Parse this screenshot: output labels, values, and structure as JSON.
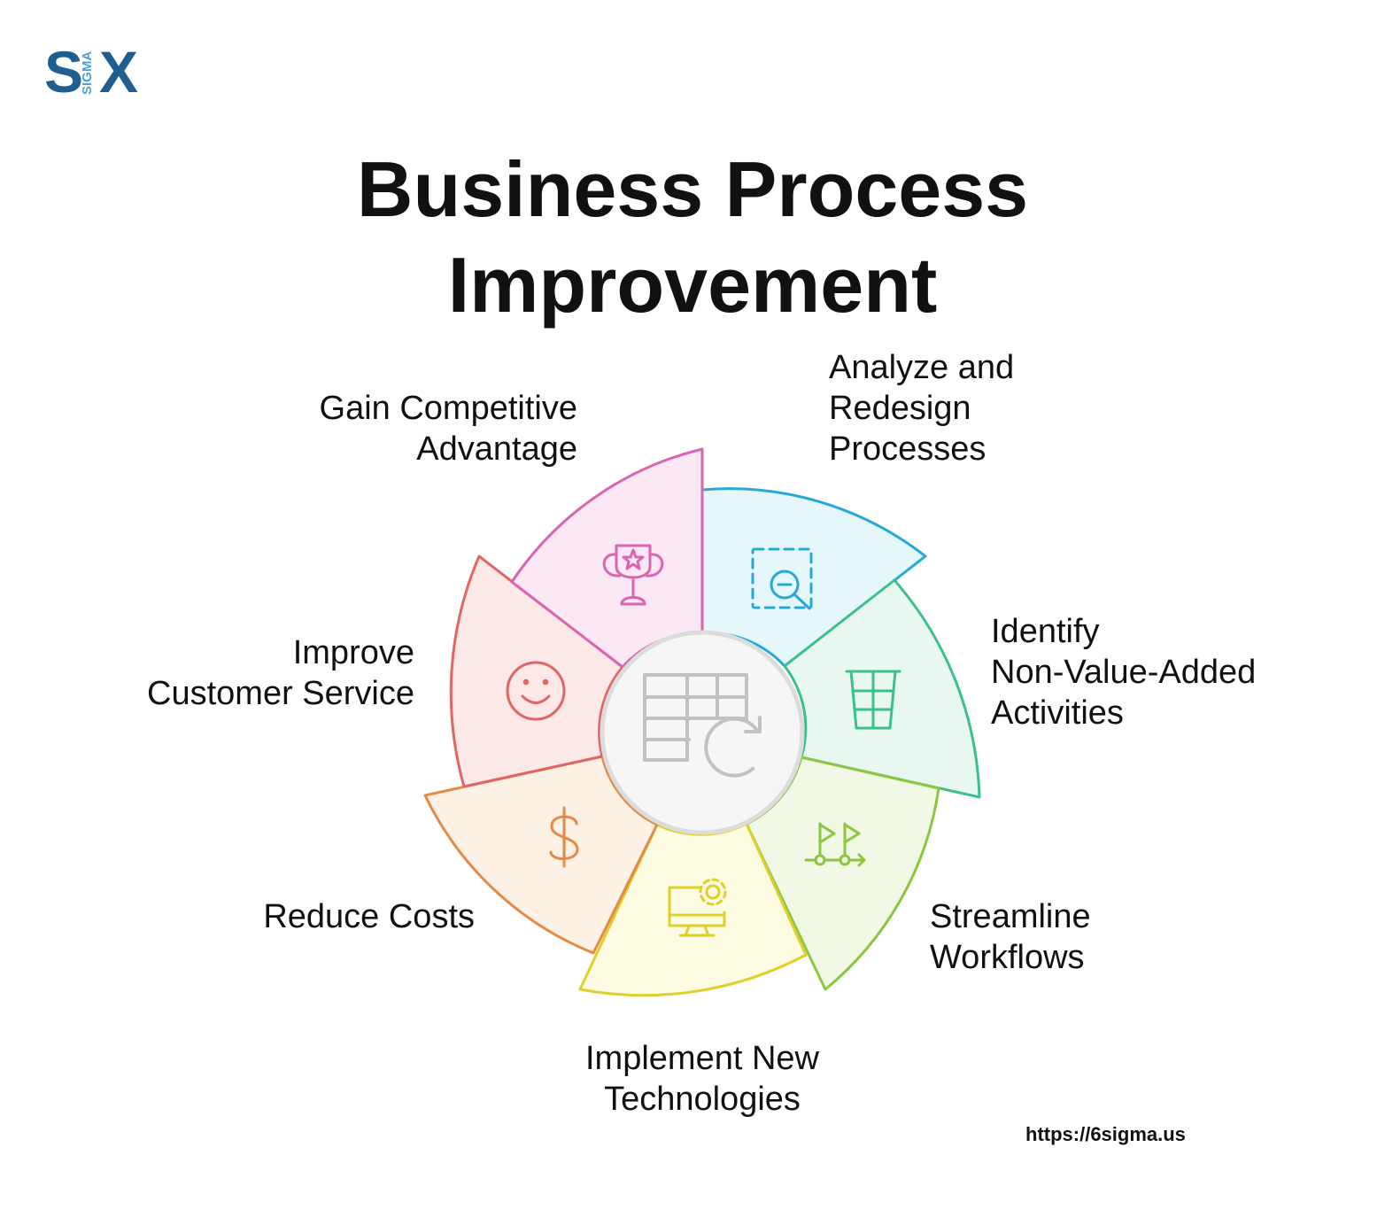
{
  "logo": {
    "s": "S",
    "sigma": "SIGMA",
    "x": "X"
  },
  "title": {
    "line1": "Business Process",
    "line2": "Improvement"
  },
  "segments": [
    {
      "id": "analyze",
      "lines": [
        "Analyze and",
        "Redesign",
        "Processes"
      ],
      "color": "#27a9d6",
      "fill": "#e6f7fc",
      "icon": "search-zoom-icon"
    },
    {
      "id": "identify",
      "lines": [
        "Identify",
        "Non-Value-Added",
        "Activities"
      ],
      "color": "#3cc08a",
      "fill": "#e8f8f0",
      "icon": "trash-bin-icon"
    },
    {
      "id": "streamline",
      "lines": [
        "Streamline",
        "Workflows"
      ],
      "color": "#8cc63f",
      "fill": "#f1f8e6",
      "icon": "flags-route-icon"
    },
    {
      "id": "implement",
      "lines": [
        "Implement New",
        "Technologies"
      ],
      "color": "#e0cf2a",
      "fill": "#fdfbe2",
      "icon": "computer-gear-icon"
    },
    {
      "id": "reduce",
      "lines": [
        "Reduce Costs"
      ],
      "color": "#e38b45",
      "fill": "#fdf1e6",
      "icon": "dollar-icon"
    },
    {
      "id": "customer",
      "lines": [
        "Improve",
        "Customer Service"
      ],
      "color": "#e06565",
      "fill": "#fde8e8",
      "icon": "smiley-icon"
    },
    {
      "id": "gain",
      "lines": [
        "Gain Competitive",
        "Advantage"
      ],
      "color": "#d965b0",
      "fill": "#fce8f5",
      "icon": "trophy-icon"
    }
  ],
  "center_icon": "table-refresh-icon",
  "url": "https://6sigma.us"
}
